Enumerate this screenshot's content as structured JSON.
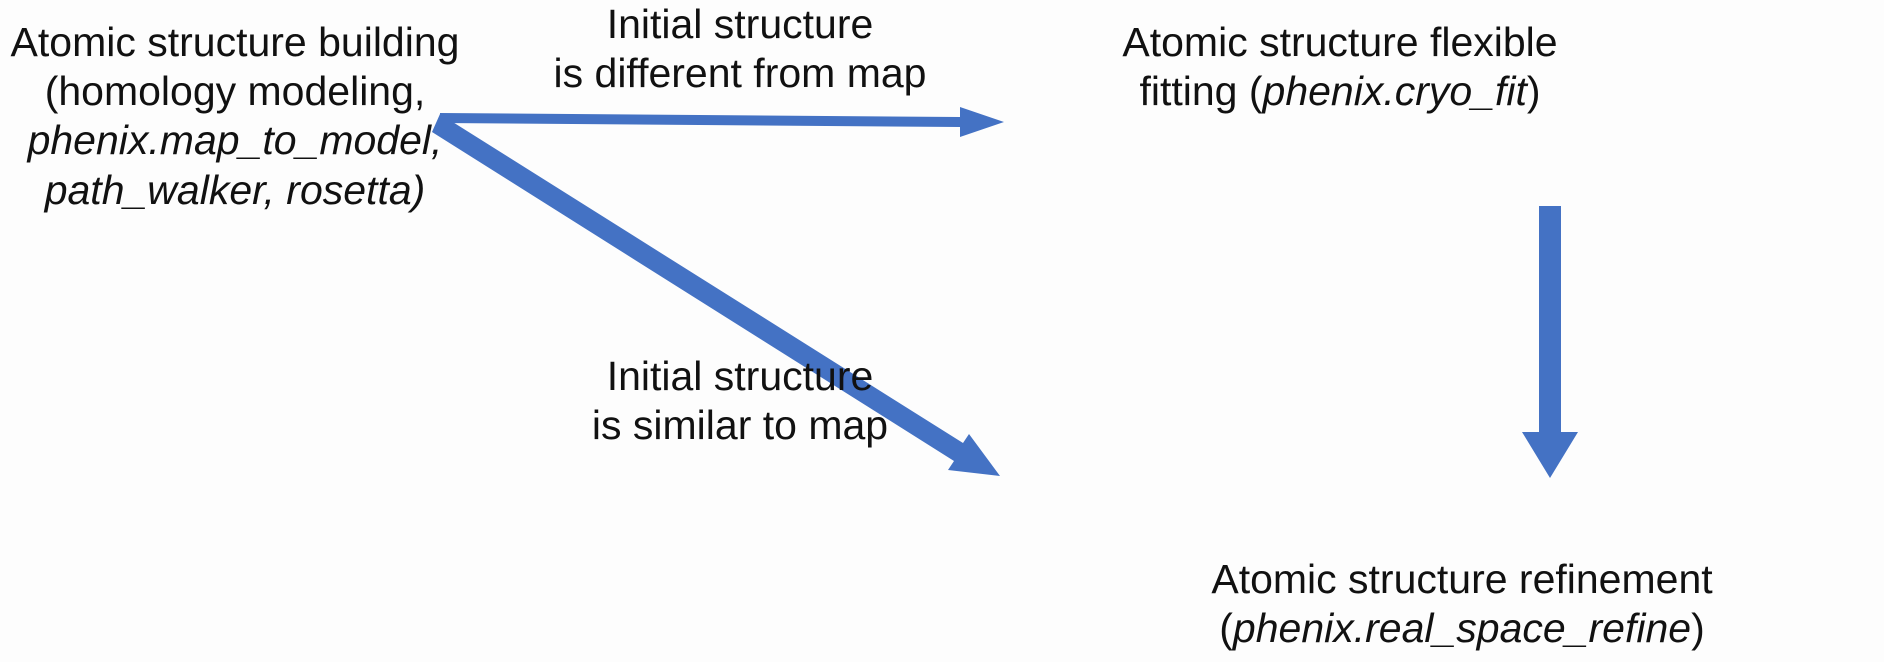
{
  "diagram": {
    "title": "Cryo-EM atomic structure workflow",
    "background_color": "#fdfdfd",
    "text_color": "#111111",
    "arrow_color": "#4472C4",
    "nodes": {
      "building": {
        "line1": "Atomic structure building",
        "line2": "(homology modeling,",
        "line3": "phenix.map_to_model,",
        "line4": "path_walker, rosetta)"
      },
      "fitting": {
        "line1": "Atomic structure flexible",
        "line2_plain_open": "fitting (",
        "line2_italic": "phenix.cryo_fit",
        "line2_plain_close": ")"
      },
      "refinement": {
        "line1": "Atomic structure refinement",
        "line2_plain_open": "(",
        "line2_italic": "phenix.real_space_refine",
        "line2_plain_close": ")"
      }
    },
    "edge_labels": {
      "different": {
        "line1": "Initial structure",
        "line2": "is different from map"
      },
      "similar": {
        "line1": "Initial structure",
        "line2": "is similar to map"
      }
    },
    "arrows": [
      {
        "name": "building-to-fitting",
        "shape": "straight-horizontal",
        "from": "building",
        "to": "fitting",
        "label": "different"
      },
      {
        "name": "building-to-refinement",
        "shape": "straight-diagonal",
        "from": "building",
        "to": "refinement",
        "label": "similar"
      },
      {
        "name": "fitting-to-refinement",
        "shape": "straight-vertical",
        "from": "fitting",
        "to": "refinement",
        "label": ""
      }
    ]
  }
}
